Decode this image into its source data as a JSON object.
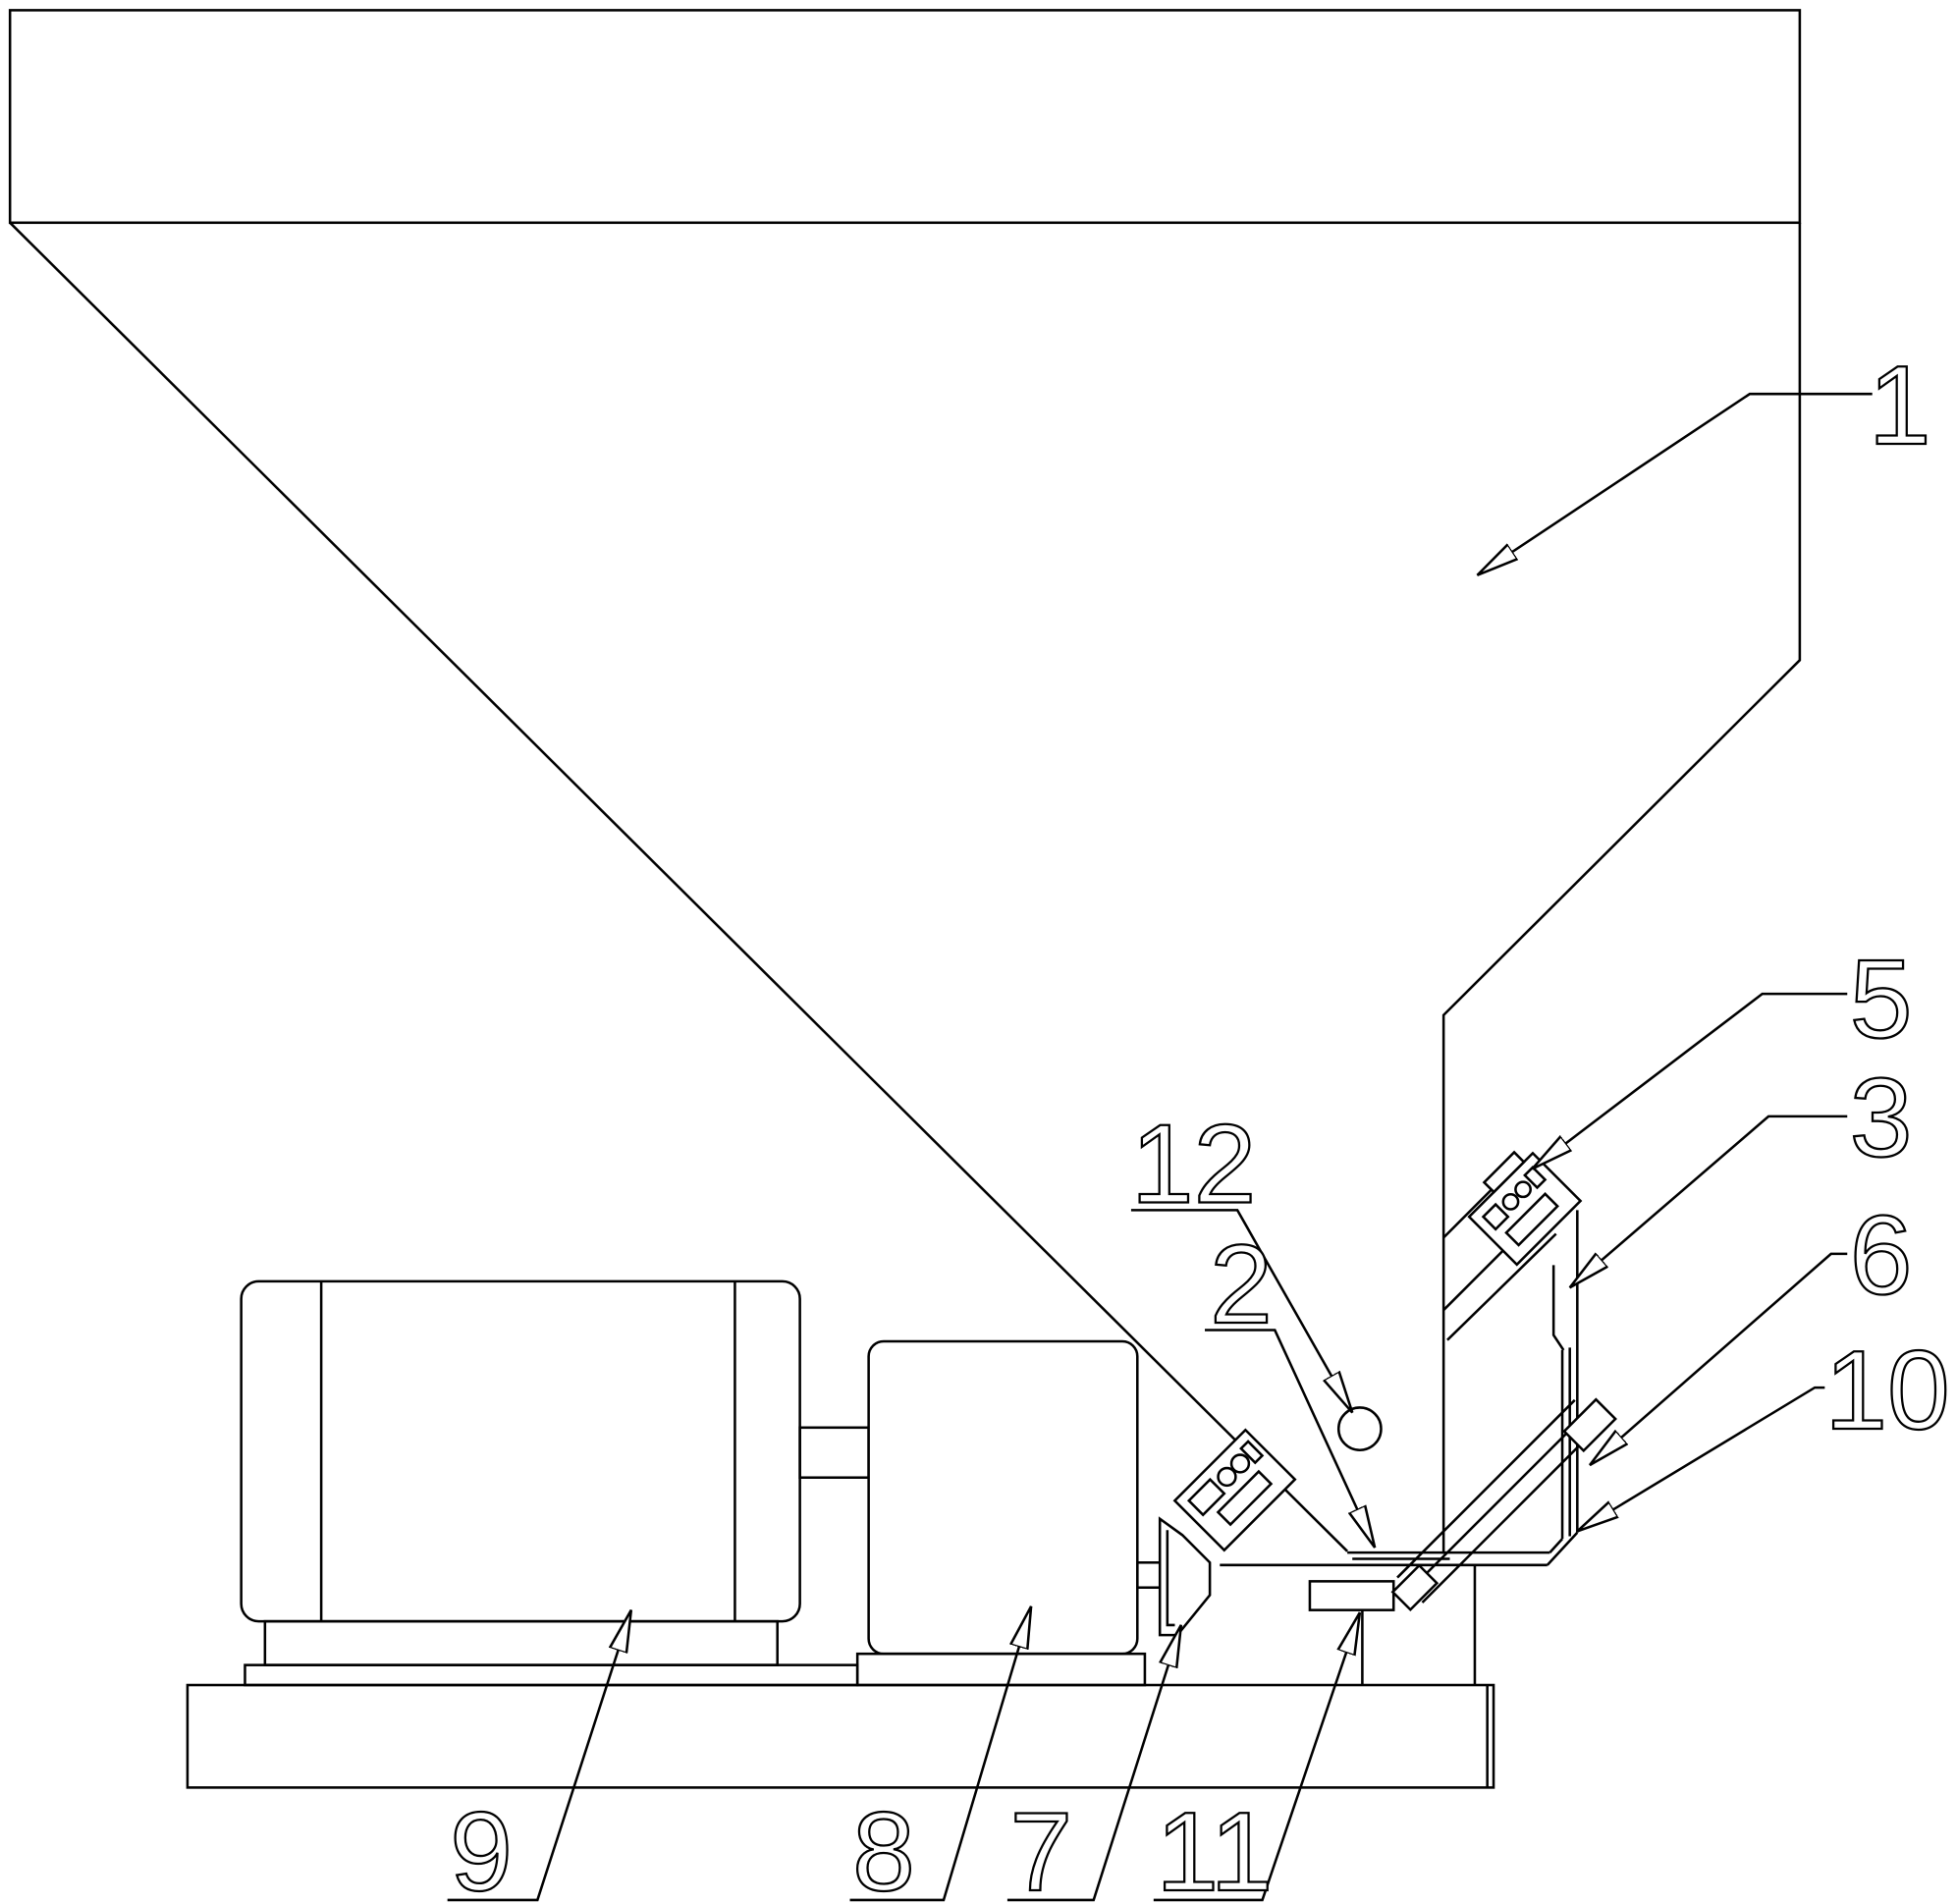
{
  "callouts": [
    "1",
    "2",
    "3",
    "5",
    "6",
    "7",
    "8",
    "9",
    "10",
    "11",
    "12"
  ],
  "colors": {
    "line": "#000000",
    "background": "#ffffff"
  }
}
